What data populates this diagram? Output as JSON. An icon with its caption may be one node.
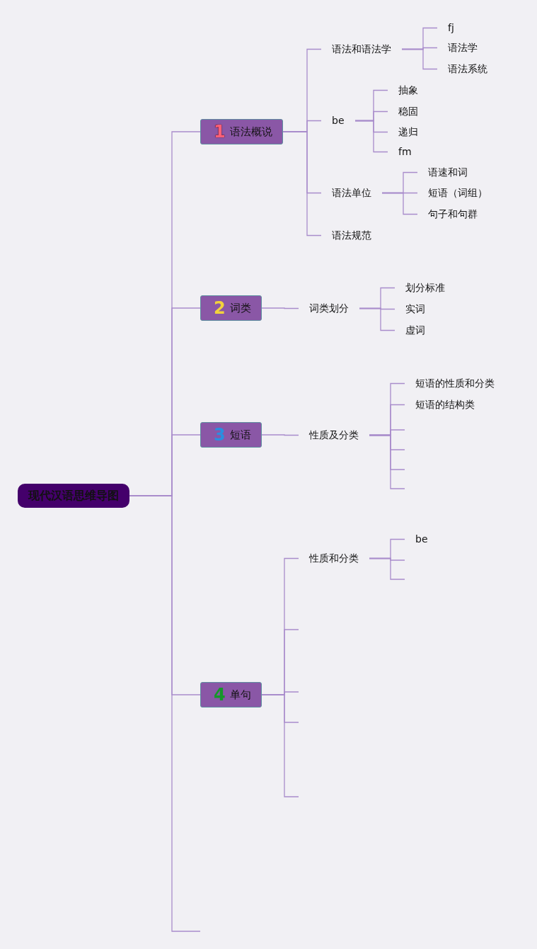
{
  "diagram": {
    "nodes": [
      {
        "text": [
          "现代汉语思维导图"
        ]
      },
      {
        "text": [
          "1",
          "语法概说"
        ]
      },
      {
        "text": [
          "语法和语法学"
        ]
      },
      {
        "text": [
          "fj"
        ]
      },
      {
        "text": [
          "语法学"
        ]
      },
      {
        "text": [
          "语法系统"
        ]
      },
      {
        "text": [
          "be"
        ]
      },
      {
        "text": [
          "抽象"
        ]
      },
      {
        "text": [
          "稳固"
        ]
      },
      {
        "text": [
          "递归"
        ]
      },
      {
        "text": [
          "fm"
        ]
      },
      {
        "text": [
          "语法单位"
        ]
      },
      {
        "text": [
          "语速和词"
        ]
      },
      {
        "text": [
          "短语（词组）"
        ]
      },
      {
        "text": [
          "句子和句群"
        ]
      },
      {
        "text": [
          "语法规范"
        ]
      },
      {
        "text": [
          "2",
          "词类"
        ]
      },
      {
        "text": [
          "词类划分"
        ]
      },
      {
        "text": [
          "划分标准"
        ]
      },
      {
        "text": [
          "实词"
        ]
      },
      {
        "text": [
          "虚词"
        ]
      },
      {
        "text": [
          "3",
          "短语"
        ]
      },
      {
        "text": [
          "性质及分类"
        ]
      },
      {
        "text": [
          "短语的性质和分类"
        ]
      },
      {
        "text": [
          "短语的结构类"
        ]
      },
      {
        "text": [
          "4",
          "单句"
        ]
      },
      {
        "text": [
          "性质和分类"
        ]
      },
      {
        "text": [
          "be"
        ]
      }
    ],
    "edges": [
      {
        "from": 0,
        "to": 1,
        "arrow": "none"
      },
      {
        "from": 1,
        "to": 2,
        "arrow": "none"
      },
      {
        "from": 2,
        "to": 3,
        "arrow": "none"
      },
      {
        "from": 2,
        "to": 4,
        "arrow": "none"
      },
      {
        "from": 2,
        "to": 5,
        "arrow": "none"
      },
      {
        "from": 1,
        "to": 6,
        "arrow": "none"
      },
      {
        "from": 6,
        "to": 7,
        "arrow": "none"
      },
      {
        "from": 6,
        "to": 8,
        "arrow": "none"
      },
      {
        "from": 6,
        "to": 9,
        "arrow": "none"
      },
      {
        "from": 6,
        "to": 10,
        "arrow": "none"
      },
      {
        "from": 1,
        "to": 11,
        "arrow": "none"
      },
      {
        "from": 11,
        "to": 12,
        "arrow": "none"
      },
      {
        "from": 11,
        "to": 13,
        "arrow": "none"
      },
      {
        "from": 11,
        "to": 14,
        "arrow": "none"
      },
      {
        "from": 1,
        "to": 15,
        "arrow": "none"
      },
      {
        "from": 0,
        "to": 16,
        "arrow": "none"
      },
      {
        "from": 16,
        "to": 17,
        "arrow": "none"
      },
      {
        "from": 17,
        "to": 18,
        "arrow": "none"
      },
      {
        "from": 17,
        "to": 19,
        "arrow": "none"
      },
      {
        "from": 17,
        "to": 20,
        "arrow": "none"
      },
      {
        "from": 0,
        "to": 21,
        "arrow": "none"
      },
      {
        "from": 21,
        "to": 22,
        "arrow": "none"
      },
      {
        "from": 22,
        "to": 23,
        "arrow": "none"
      },
      {
        "from": 22,
        "to": 24,
        "arrow": "none"
      },
      {
        "from": 22,
        "to": null,
        "arrow": "none"
      },
      {
        "from": 22,
        "to": null,
        "arrow": "none"
      },
      {
        "from": 22,
        "to": null,
        "arrow": "none"
      },
      {
        "from": 22,
        "to": null,
        "arrow": "none"
      },
      {
        "from": 0,
        "to": 25,
        "arrow": "none"
      },
      {
        "from": 25,
        "to": 26,
        "arrow": "none"
      },
      {
        "from": 26,
        "to": 27,
        "arrow": "none"
      },
      {
        "from": 26,
        "to": null,
        "arrow": "none"
      },
      {
        "from": 26,
        "to": null,
        "arrow": "none"
      },
      {
        "from": 25,
        "to": null,
        "arrow": "none"
      },
      {
        "from": 25,
        "to": null,
        "arrow": "none"
      },
      {
        "from": 25,
        "to": null,
        "arrow": "none"
      },
      {
        "from": 25,
        "to": null,
        "arrow": "none"
      },
      {
        "from": 0,
        "to": null,
        "arrow": "none"
      }
    ]
  }
}
